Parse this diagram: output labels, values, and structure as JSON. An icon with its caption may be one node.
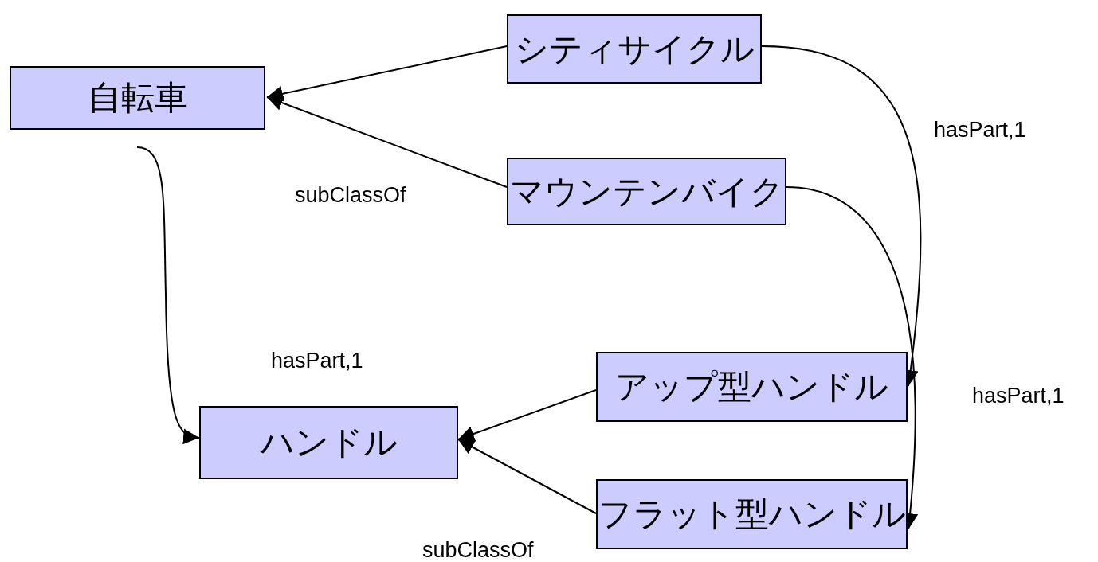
{
  "diagram": {
    "nodes": [
      {
        "text": [
          "自転車"
        ]
      },
      {
        "text": [
          "シティサイクル"
        ]
      },
      {
        "text": [
          "マウンテンバイク"
        ]
      },
      {
        "text": [
          "アップ型ハンドル"
        ]
      },
      {
        "text": [
          "ハンドル"
        ]
      },
      {
        "text": [
          "フラット型ハンドル"
        ]
      }
    ],
    "edges": [
      {
        "from": 1,
        "to": 0,
        "arrow": "to"
      },
      {
        "from": 2,
        "to": 0,
        "arrow": "to"
      },
      {
        "from": 0,
        "to": 4,
        "arrow": "to"
      },
      {
        "from": 1,
        "to": 3,
        "arrow": "to"
      },
      {
        "from": 2,
        "to": 5,
        "arrow": "to"
      },
      {
        "from": 3,
        "to": 4,
        "arrow": "to"
      },
      {
        "from": 5,
        "to": 4,
        "arrow": "to"
      }
    ],
    "labels": [
      "hasPart,1",
      "subClassOf",
      "hasPart,1",
      "hasPart,1",
      "subClassOf"
    ]
  }
}
